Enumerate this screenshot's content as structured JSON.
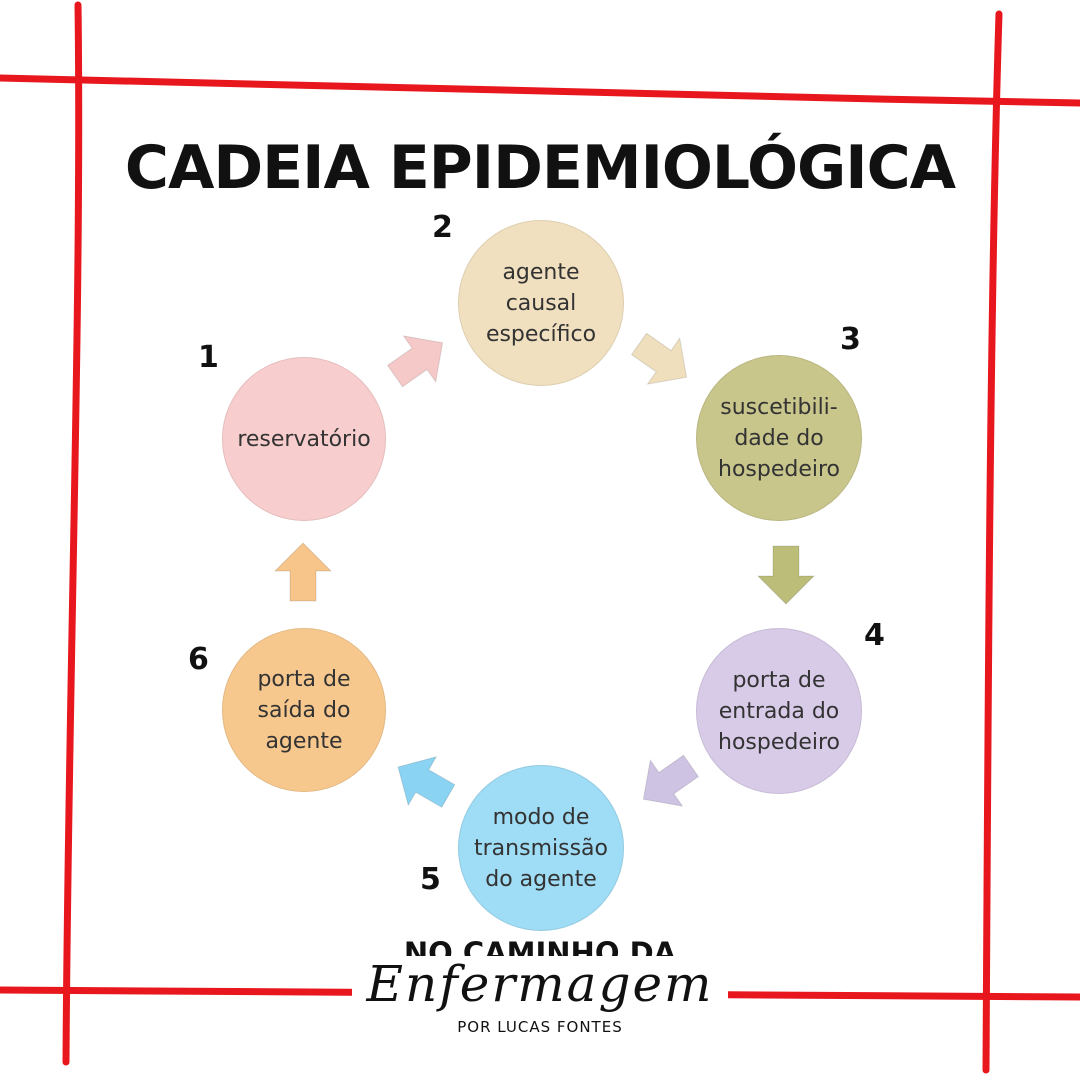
{
  "title": "CADEIA EPIDEMIOLÓGICA",
  "nodes": [
    {
      "number": "1",
      "label": "reservatório",
      "color": "#f8cdcd"
    },
    {
      "number": "2",
      "label": "agente\ncausal\nespecífico",
      "color": "#f0e0bf"
    },
    {
      "number": "3",
      "label": "suscetibili-\ndade do\nhospedeiro",
      "color": "#c9c68c"
    },
    {
      "number": "4",
      "label": "porta de\nentrada do\nhospedeiro",
      "color": "#d8cbe8"
    },
    {
      "number": "5",
      "label": "modo de\ntransmissão\ndo agente",
      "color": "#9fdcf5"
    },
    {
      "number": "6",
      "label": "porta de\nsaída do\nagente",
      "color": "#f7c88e"
    }
  ],
  "arrow_colors": [
    "#f6c9c9",
    "#f0dfbd",
    "#bcbd78",
    "#cfc3e3",
    "#8ad3f2",
    "#f7c48a"
  ],
  "frame_color": "#e8171d",
  "brand": {
    "line1": "NO CAMINHO DA",
    "script": "Enfermagem",
    "byline": "POR LUCAS FONTES"
  }
}
